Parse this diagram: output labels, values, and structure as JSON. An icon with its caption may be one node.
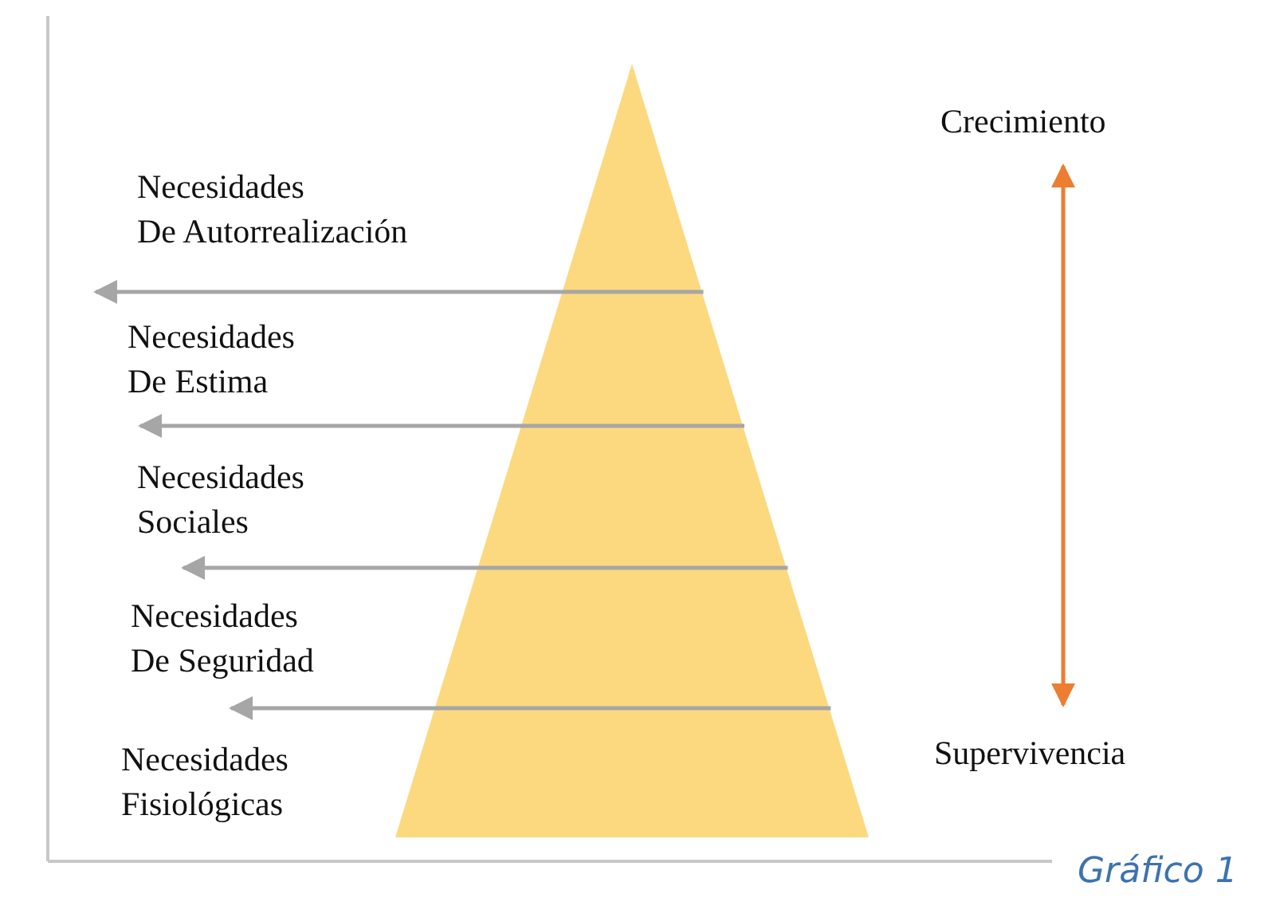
{
  "diagram": {
    "caption": "Gráfico 1",
    "nodes": [
      {
        "text": [],
        "shape": "triangle"
      },
      {
        "text": [
          "Crecimiento"
        ]
      },
      {
        "text": [
          "Supervivencia"
        ]
      }
    ],
    "edges": [
      {
        "from": 0,
        "to": null,
        "arrow": "to"
      },
      {
        "from": 0,
        "to": null,
        "arrow": "to"
      },
      {
        "from": 0,
        "to": null,
        "arrow": "to"
      },
      {
        "from": 0,
        "to": null,
        "arrow": "to"
      },
      {
        "from": 2,
        "to": 1,
        "arrow": "both",
        "color": "#ed7d31"
      }
    ],
    "labels": [
      "Necesidades De Autorrealización",
      "Necesidades De Estima",
      "Necesidades Sociales",
      "Necesidades De Seguridad",
      "Necesidades Fisiológicas"
    ]
  }
}
